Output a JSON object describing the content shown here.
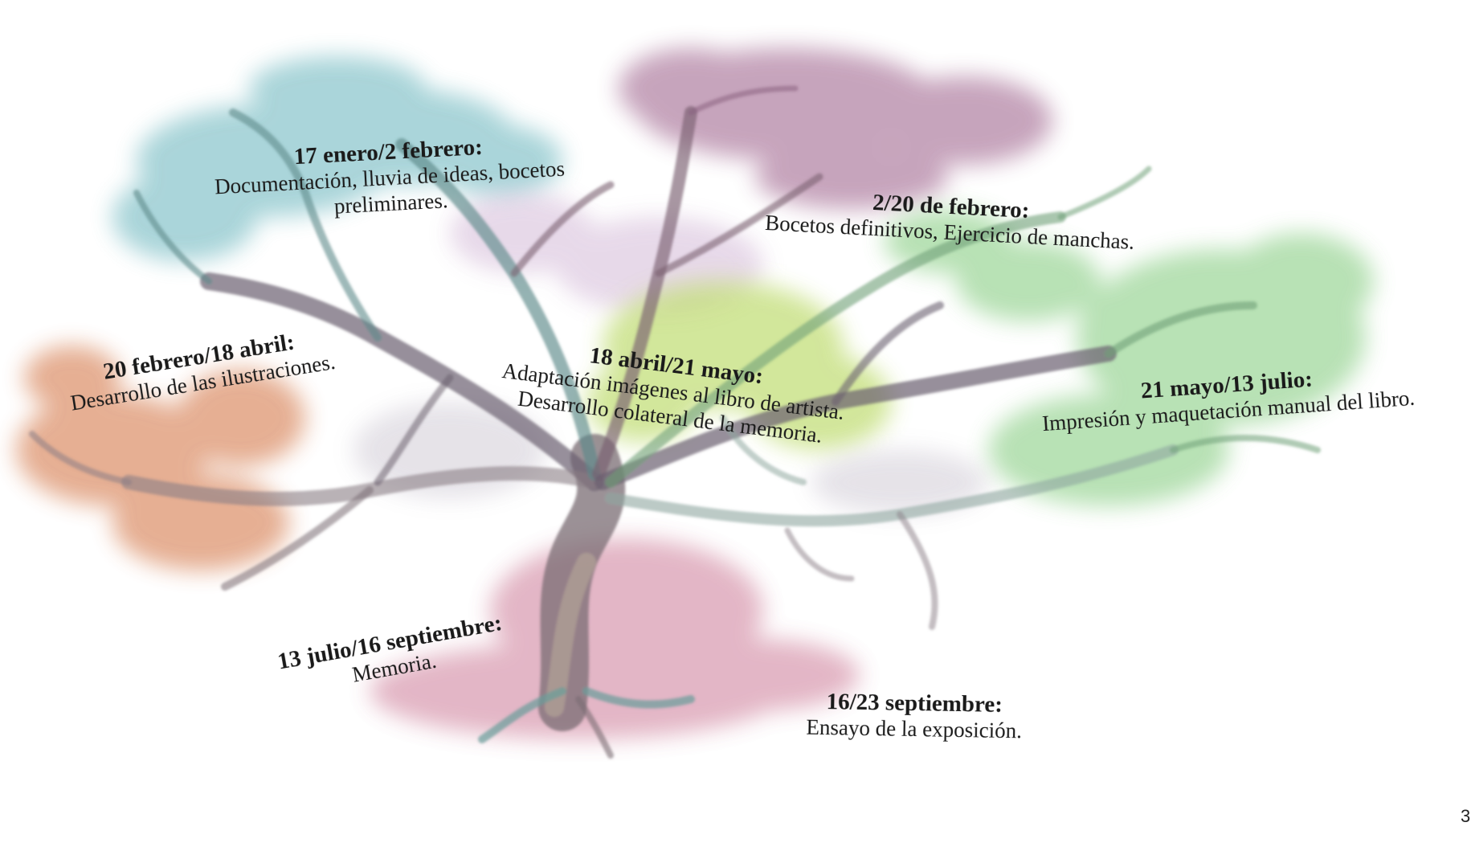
{
  "milestones": [
    {
      "date": "17 enero/2 febrero:",
      "desc": "Documentación, lluvia de ideas, bocetos",
      "desc2": "preliminares."
    },
    {
      "date": "2/20 de febrero:",
      "desc": "Bocetos definitivos, Ejercicio de manchas."
    },
    {
      "date": "20 febrero/18 abril:",
      "desc": "Desarrollo de las ilustraciones."
    },
    {
      "date": "18 abril/21 mayo:",
      "desc": "Adaptación imágenes al libro de artista.",
      "desc2": "Desarrollo colateral de la memoria."
    },
    {
      "date": "21 mayo/13 julio:",
      "desc": "Impresión y maquetación manual del libro."
    },
    {
      "date": "13 julio/16 septiembre:",
      "desc": "Memoria."
    },
    {
      "date": "16/23 septiembre:",
      "desc": "Ensayo de la exposición."
    }
  ],
  "page_number": "3",
  "foliage_colors": {
    "teal": "#6fb8c0",
    "purple": "#a0668f",
    "orange": "#d4784a",
    "lime": "#b8d860",
    "green": "#8fd08a",
    "pink": "#c8708e",
    "bark": "#6b6070"
  }
}
